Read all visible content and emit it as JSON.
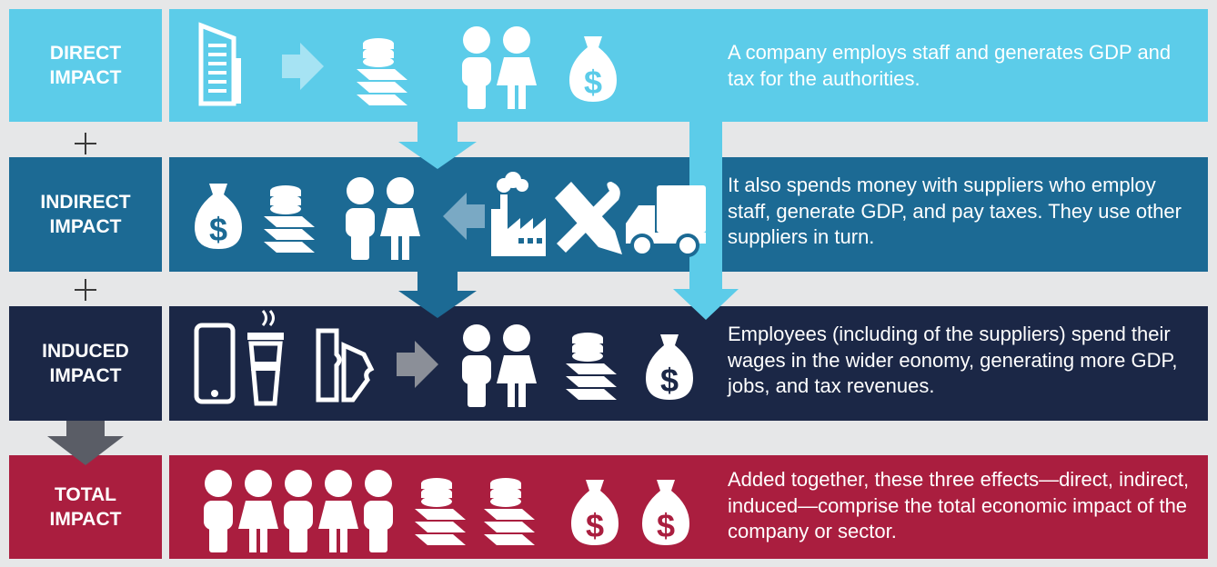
{
  "rows": [
    {
      "key": "direct",
      "label_line1": "DIRECT",
      "label_line2": "IMPACT",
      "color": "#5ccce9",
      "description": "A company employs staff and generates GDP and tax for the authorities.",
      "icons": [
        "office-building-icon",
        "arrow-right-icon",
        "money-stack-icon",
        "man-icon",
        "woman-icon",
        "money-bag-icon"
      ]
    },
    {
      "key": "indirect",
      "label_line1": "INDIRECT",
      "label_line2": "IMPACT",
      "color": "#1c6a94",
      "description": "It also spends money with suppliers who employ staff, generate GDP, and pay taxes. They use other suppliers in turn.",
      "icons": [
        "money-bag-icon",
        "money-stack-icon",
        "man-icon",
        "woman-icon",
        "arrow-left-icon",
        "factory-icon",
        "tools-icon",
        "truck-icon"
      ]
    },
    {
      "key": "induced",
      "label_line1": "INDUCED",
      "label_line2": "IMPACT",
      "color": "#1b2746",
      "description": "Employees (including of the suppliers) spend their wages in the wider eonomy, generating more GDP, jobs, and tax revenues.",
      "icons": [
        "smartphone-icon",
        "coffee-cup-icon",
        "tickets-icon",
        "arrow-right-icon",
        "man-icon",
        "woman-icon",
        "money-stack-icon",
        "money-bag-icon"
      ]
    },
    {
      "key": "total",
      "label_line1": "TOTAL",
      "label_line2": "IMPACT",
      "color": "#aa1e3f",
      "description": "Added together, these three effects—direct, indirect, induced—comprise the total economic impact of the company or sector.",
      "icons": [
        "man-icon",
        "woman-icon",
        "man-icon",
        "woman-icon",
        "man-icon",
        "money-stack-icon",
        "money-stack-icon",
        "money-bag-icon",
        "money-bag-icon"
      ]
    }
  ],
  "connector_colors": {
    "direct": "#5ccce9",
    "indirect": "#1c6a94",
    "total": "#5a5d66"
  }
}
